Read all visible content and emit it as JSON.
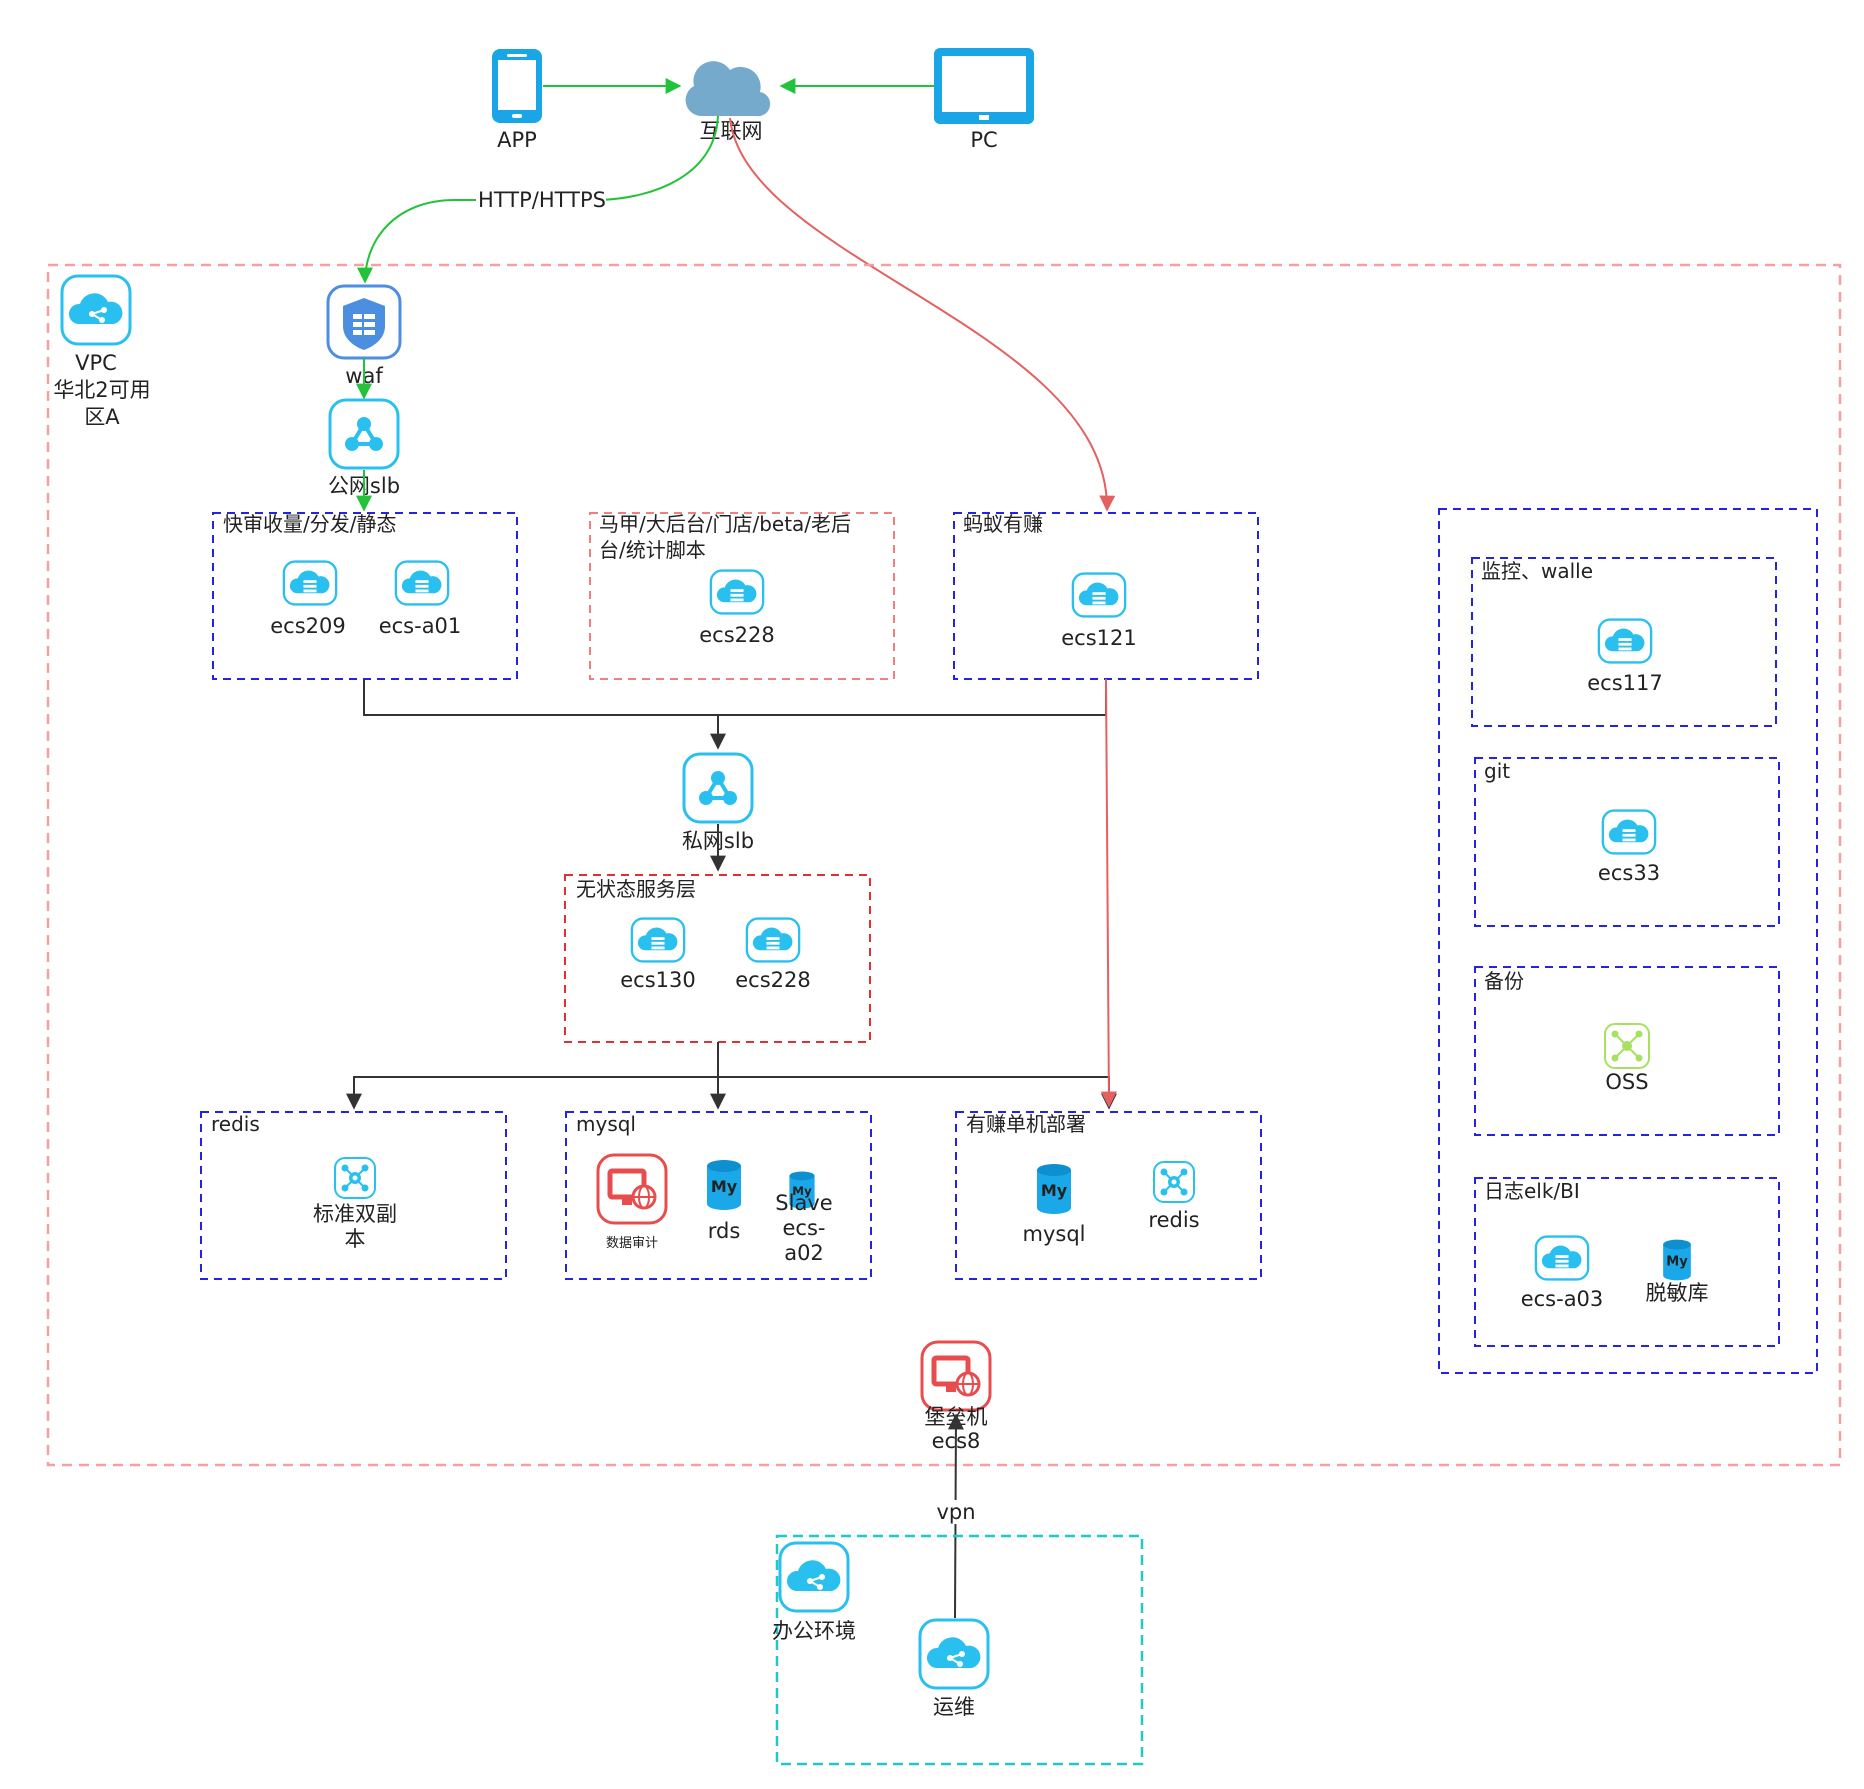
{
  "colors": {
    "accent_blue": "#29c0f0",
    "device_blue": "#1aa5e6",
    "cloud_blue": "#76aacd",
    "green_line": "#22c33a",
    "red_line": "#e66060",
    "dark_line": "#333333",
    "vpc_border": "#f4a0a0",
    "group_blue": "#2323e0",
    "group_red": "#e03232",
    "group_pink": "#f08080",
    "office_teal": "#22c8c8",
    "audit_red": "#e84d4d",
    "oss_green": "#a8e060"
  },
  "top": {
    "app_label": "APP",
    "internet_label": "互联网",
    "pc_label": "PC",
    "http_label": "HTTP/HTTPS"
  },
  "vpc": {
    "label": "VPC",
    "zone_line1": "华北2可用",
    "zone_line2": "区A"
  },
  "nodes": {
    "waf": "waf",
    "public_slb": "公网slb",
    "private_slb": "私网slb",
    "bastion_line1": "堡垒机",
    "bastion_line2": "ecs8",
    "vpn": "vpn",
    "office": "办公环境",
    "ops": "运维"
  },
  "groups": {
    "kuaishen": {
      "title": "快审收量/分发/静态",
      "items": [
        "ecs209",
        "ecs-a01"
      ]
    },
    "majia": {
      "title_line1": "马甲/大后台/门店/beta/老后",
      "title_line2": "台/统计脚本",
      "items": [
        "ecs228"
      ]
    },
    "mayi": {
      "title": "蚂蚁有赚",
      "items": [
        "ecs121"
      ]
    },
    "stateless": {
      "title": "无状态服务层",
      "items": [
        "ecs130",
        "ecs228"
      ]
    },
    "redis": {
      "title": "redis",
      "item_line1": "标准双副",
      "item_line2": "本"
    },
    "mysql": {
      "title": "mysql",
      "audit": "数据审计",
      "rds": "rds",
      "slave_line1": "Slave",
      "slave_line2": "ecs-",
      "slave_line3": "a02"
    },
    "youzhuan": {
      "title": "有赚单机部署",
      "mysql": "mysql",
      "redis": "redis"
    },
    "monitor": {
      "title": "监控、walle",
      "item": "ecs117"
    },
    "git": {
      "title": "git",
      "item": "ecs33"
    },
    "backup": {
      "title": "备份",
      "item": "OSS"
    },
    "log": {
      "title": "日志elk/BI",
      "items": [
        "ecs-a03",
        "脱敏库"
      ]
    }
  },
  "icons": {
    "app": "phone-icon",
    "pc": "tablet-icon",
    "internet": "cloud-icon",
    "vpc": "vpc-icon",
    "waf": "waf-shield-icon",
    "slb": "slb-icon",
    "ecs": "ecs-icon",
    "redis": "redis-icon",
    "mysql": "mysql-icon",
    "audit": "data-audit-icon",
    "oss": "oss-icon",
    "bastion": "bastion-icon"
  }
}
